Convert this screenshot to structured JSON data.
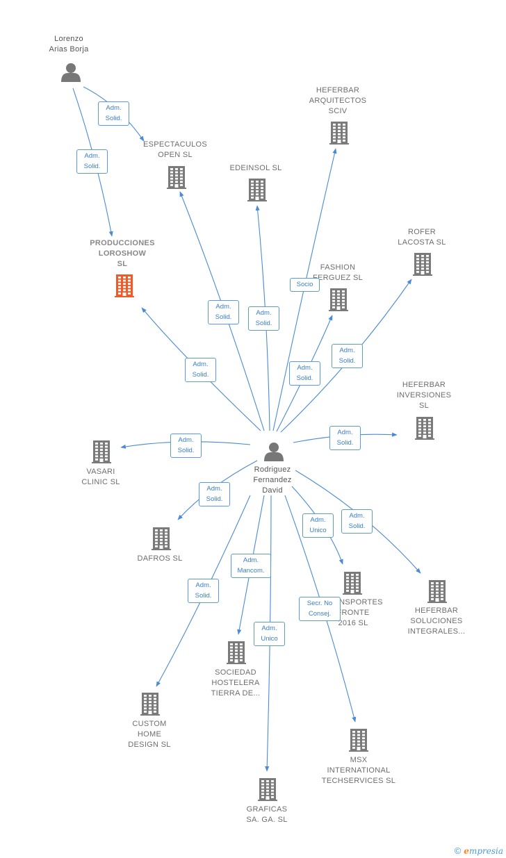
{
  "colors": {
    "edge": "#4a8bd6",
    "building": "#7a7a7a",
    "building_main": "#f05a28",
    "person": "#777777",
    "label_border": "#5b9ad8"
  },
  "nodes": {
    "lorenzo": {
      "label": "Lorenzo\nArias Borja",
      "type": "person"
    },
    "rodriguez": {
      "label": "Rodriguez\nFernandez\nDavid",
      "type": "person"
    },
    "producciones": {
      "label": "PRODUCCIONES\nLOROSHOW\nSL",
      "type": "company-main"
    },
    "espectaculos": {
      "label": "ESPECTACULOS\nOPEN SL",
      "type": "company"
    },
    "edeinsol": {
      "label": "EDEINSOL  SL",
      "type": "company"
    },
    "heferbar_arq": {
      "label": "HEFERBAR\nARQUITECTOS\nSCIV",
      "type": "company"
    },
    "fashion": {
      "label": "FASHION\nFERGUEZ  SL",
      "type": "company"
    },
    "rofer": {
      "label": "ROFER\nLACOSTA  SL",
      "type": "company"
    },
    "heferbar_inv": {
      "label": "HEFERBAR\nINVERSIONES\nSL",
      "type": "company"
    },
    "vasari": {
      "label": "VASARI\nCLINIC  SL",
      "type": "company"
    },
    "dafros": {
      "label": "DAFROS  SL",
      "type": "company"
    },
    "transportes": {
      "label": "TRANSPORTES\nFRONTE\n2016  SL",
      "type": "company"
    },
    "heferbar_sol": {
      "label": "HEFERBAR\nSOLUCIONES\nINTEGRALES...",
      "type": "company"
    },
    "sociedad": {
      "label": "SOCIEDAD\nHOSTELERA\nTIERRA DE...",
      "type": "company"
    },
    "custom": {
      "label": "CUSTOM\nHOME\nDESIGN  SL",
      "type": "company"
    },
    "msx": {
      "label": "MSX\nINTERNATIONAL\nTECHSERVICES SL",
      "type": "company"
    },
    "graficas": {
      "label": "GRAFICAS\nSA. GA.  SL",
      "type": "company"
    }
  },
  "edges": [
    {
      "id": "e1",
      "label": "Adm.\nSolid."
    },
    {
      "id": "e2",
      "label": "Adm.\nSolid."
    },
    {
      "id": "e3",
      "label": "Adm.\nSolid."
    },
    {
      "id": "e4",
      "label": "Adm.\nSolid."
    },
    {
      "id": "e5",
      "label": "Adm.\nSolid."
    },
    {
      "id": "e6",
      "label": "Socio"
    },
    {
      "id": "e7",
      "label": "Adm.\nSolid."
    },
    {
      "id": "e8",
      "label": "Adm.\nSolid."
    },
    {
      "id": "e9",
      "label": "Adm.\nSolid."
    },
    {
      "id": "e10",
      "label": "Adm.\nSolid."
    },
    {
      "id": "e11",
      "label": "Adm.\nSolid."
    },
    {
      "id": "e12",
      "label": "Adm.\nUnico"
    },
    {
      "id": "e13",
      "label": "Adm.\nSolid."
    },
    {
      "id": "e14",
      "label": "Adm.\nMancom."
    },
    {
      "id": "e15",
      "label": "Adm.\nSolid."
    },
    {
      "id": "e16",
      "label": "Secr.  No\nConsej."
    },
    {
      "id": "e17",
      "label": "Adm.\nUnico"
    }
  ],
  "footer": {
    "copyright": "©",
    "brand_e": "e",
    "brand_rest": "mpresia"
  }
}
